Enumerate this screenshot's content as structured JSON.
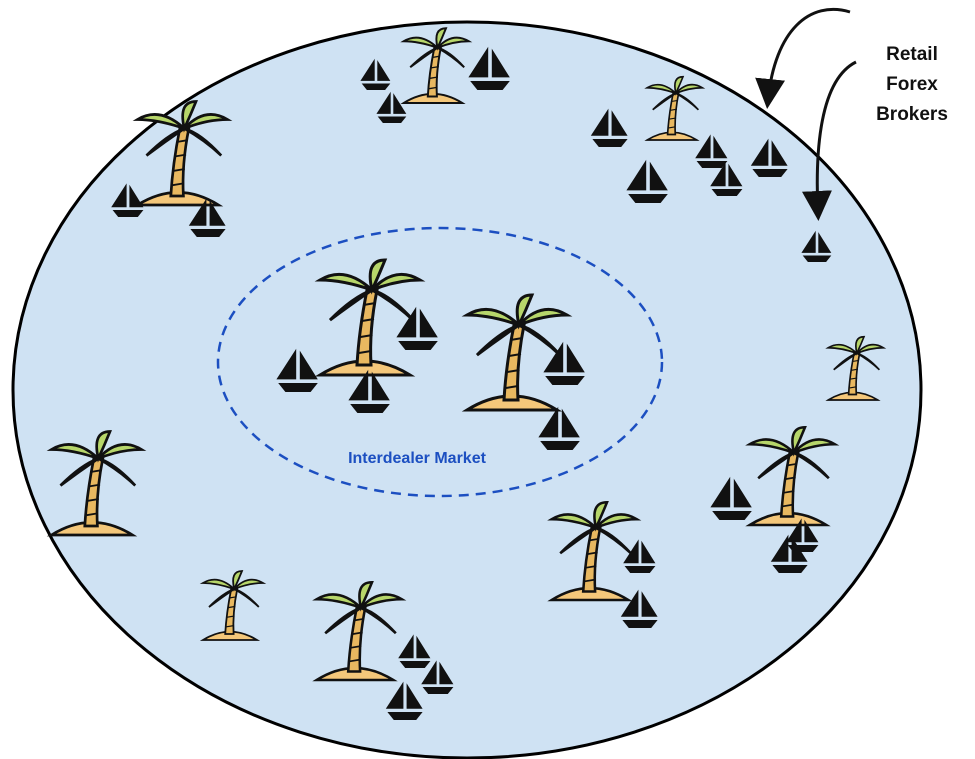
{
  "diagram": {
    "inner_label": "Interdealer Market",
    "outer_label_lines": [
      "Retail",
      "Forex",
      "Brokers"
    ]
  },
  "colors": {
    "ocean_fill": "#cfe2f3",
    "ocean_stroke": "#000000",
    "inner_boundary": "#1c4fc1",
    "label_blue": "#1c4fc1",
    "sand": "#f4c77a",
    "trunk": "#e8b860",
    "leaf": "#b7d66a",
    "outline": "#111111",
    "boat": "#111111"
  },
  "icons": {
    "island": "palm-tree-island-icon",
    "boat": "sailboat-icon",
    "arrow": "curved-arrow-icon"
  }
}
